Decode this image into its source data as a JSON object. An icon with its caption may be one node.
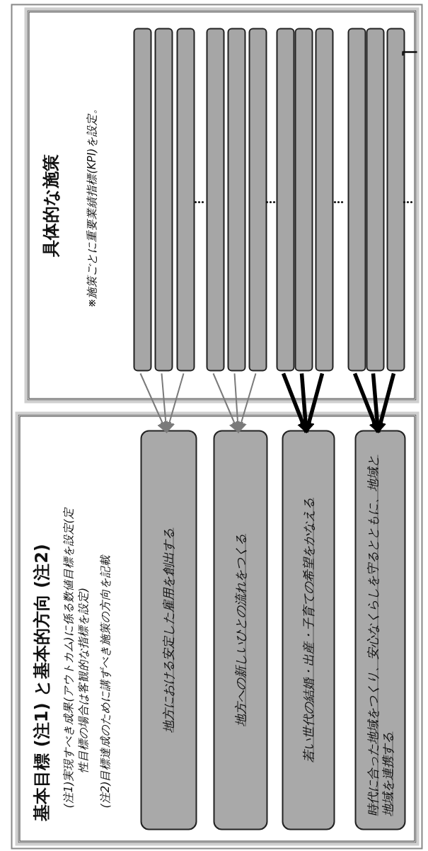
{
  "diagram": {
    "nodes": [
      {
        "text": [
          "基本目標 (注1) と基本的方向 (注2)",
          "(注1)実現すべき成果(アウトカム)に係る数値目標を設定(定性目標の場合は客観的な指標を設定)",
          "(注2)目標達成のために講ずべき施策の方向を記載"
        ]
      },
      {
        "text": [
          "地方における安定した雇用を創出する"
        ],
        "in": 0
      },
      {
        "text": [
          "地方への新しいひとの流れをつくる"
        ],
        "in": 0
      },
      {
        "text": [
          "若い世代の結婚・出産・子育ての希望をかなえる"
        ],
        "in": 0
      },
      {
        "text": [
          "時代に合った地域をつくり、安心なくらしを守るとともに、地域と地域を連携する"
        ],
        "in": 0
      },
      {
        "text": [
          "具体的な施策",
          "※施策ごとに重要業績指標(KPI)を設定。"
        ]
      },
      {
        "text": [],
        "shape": "bar",
        "in": 5
      },
      {
        "text": [],
        "shape": "bar",
        "in": 5
      },
      {
        "text": [],
        "shape": "bar",
        "in": 5
      },
      {
        "text": [],
        "shape": "bar",
        "in": 5
      },
      {
        "text": [],
        "shape": "bar",
        "in": 5
      },
      {
        "text": [],
        "shape": "bar",
        "in": 5
      },
      {
        "text": [],
        "shape": "bar",
        "in": 5
      },
      {
        "text": [],
        "shape": "bar",
        "in": 5
      },
      {
        "text": [],
        "shape": "bar",
        "in": 5
      },
      {
        "text": [],
        "shape": "bar",
        "in": 5
      },
      {
        "text": [],
        "shape": "bar",
        "in": 5
      },
      {
        "text": [],
        "shape": "bar",
        "in": 5
      }
    ],
    "edges": [
      {
        "from": 6,
        "to": 1,
        "arrow": "to"
      },
      {
        "from": 7,
        "to": 1,
        "arrow": "to"
      },
      {
        "from": 8,
        "to": 1,
        "arrow": "to"
      },
      {
        "from": 9,
        "to": 2,
        "arrow": "to"
      },
      {
        "from": 10,
        "to": 2,
        "arrow": "to"
      },
      {
        "from": 11,
        "to": 2,
        "arrow": "to"
      },
      {
        "from": 12,
        "to": 3,
        "arrow": "to",
        "style": "thick",
        "color": "#000000"
      },
      {
        "from": 13,
        "to": 3,
        "arrow": "to",
        "style": "thick",
        "color": "#000000"
      },
      {
        "from": 14,
        "to": 3,
        "arrow": "to",
        "style": "thick",
        "color": "#000000"
      },
      {
        "from": 15,
        "to": 4,
        "arrow": "to",
        "style": "thick",
        "color": "#000000"
      },
      {
        "from": 16,
        "to": 4,
        "arrow": "to",
        "style": "thick",
        "color": "#000000"
      },
      {
        "from": 17,
        "to": 4,
        "arrow": "to",
        "style": "thick",
        "color": "#000000"
      }
    ]
  }
}
